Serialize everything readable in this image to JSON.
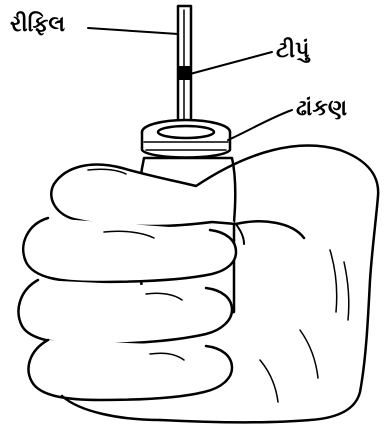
{
  "labels": {
    "refill": "રીફિલ",
    "drop": "ટીપું",
    "cap": "ઢાંકણ"
  },
  "colors": {
    "ink": "#000000",
    "paper": "#ffffff"
  }
}
